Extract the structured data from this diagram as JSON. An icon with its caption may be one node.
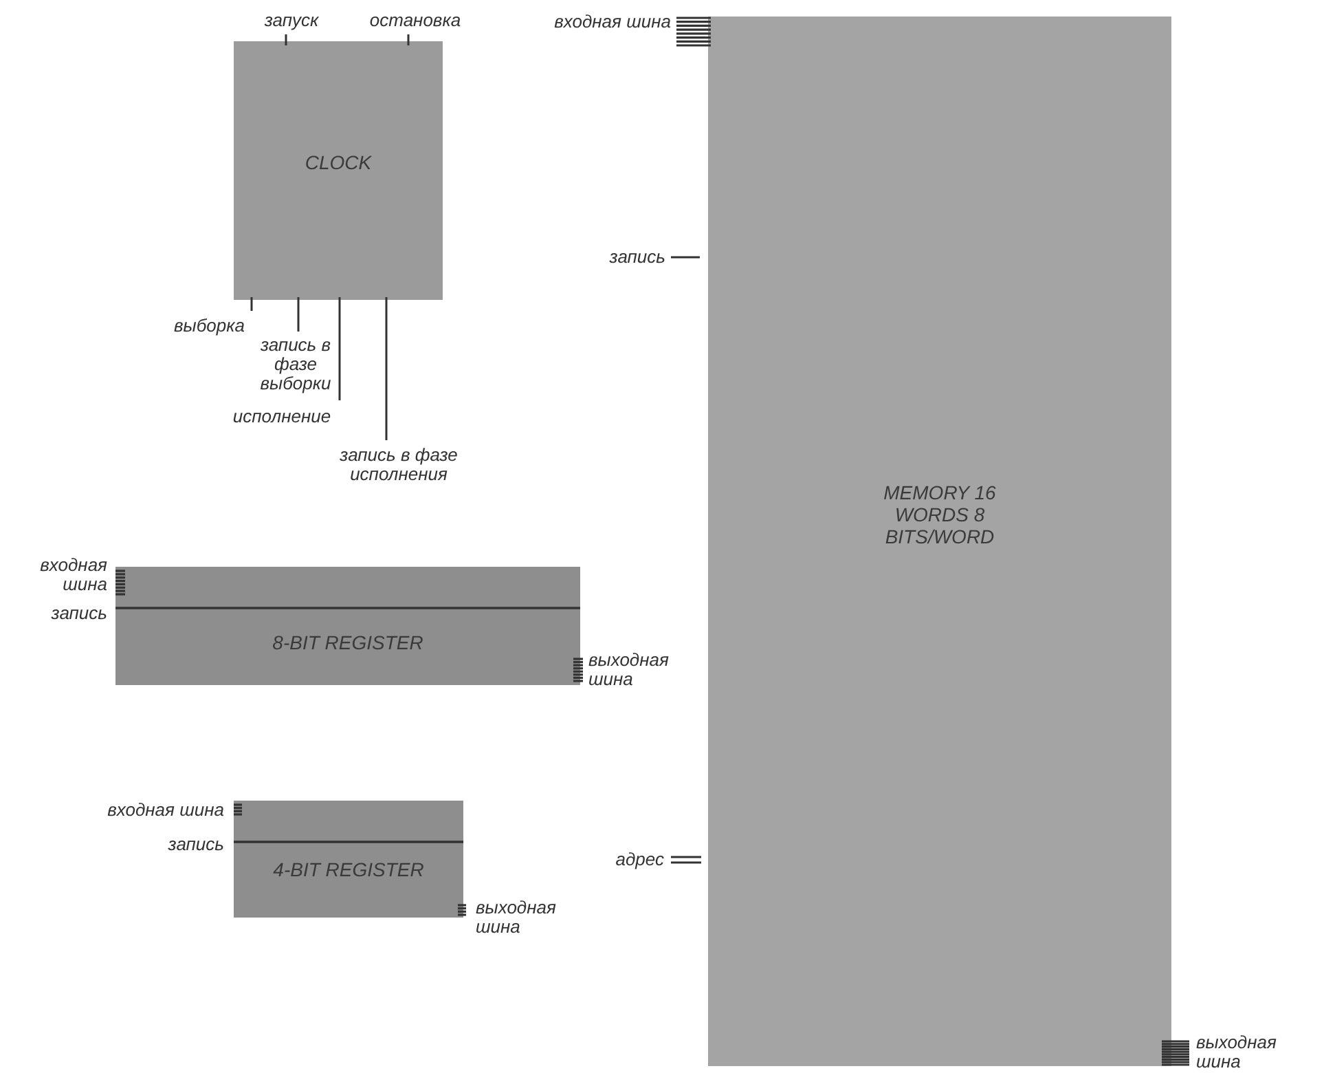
{
  "diagram": {
    "nodes": [
      {
        "text": [
          "CLOCK"
        ]
      },
      {
        "text": [
          "8-BIT REGISTER"
        ]
      },
      {
        "text": [
          "4-BIT REGISTER"
        ]
      },
      {
        "text": [
          "MEMORY 16 WORDS 8 BITS/WORD"
        ]
      }
    ],
    "labels": [
      "запуск",
      "остановка",
      "входная шина",
      "запись",
      "выборка",
      "запись в фазе выборки",
      "исполнение",
      "запись в фазе исполнения",
      "входная шина",
      "запись",
      "выходная шина",
      "входная шина",
      "запись",
      "адрес",
      "выходная шина",
      "выходная шина"
    ]
  }
}
